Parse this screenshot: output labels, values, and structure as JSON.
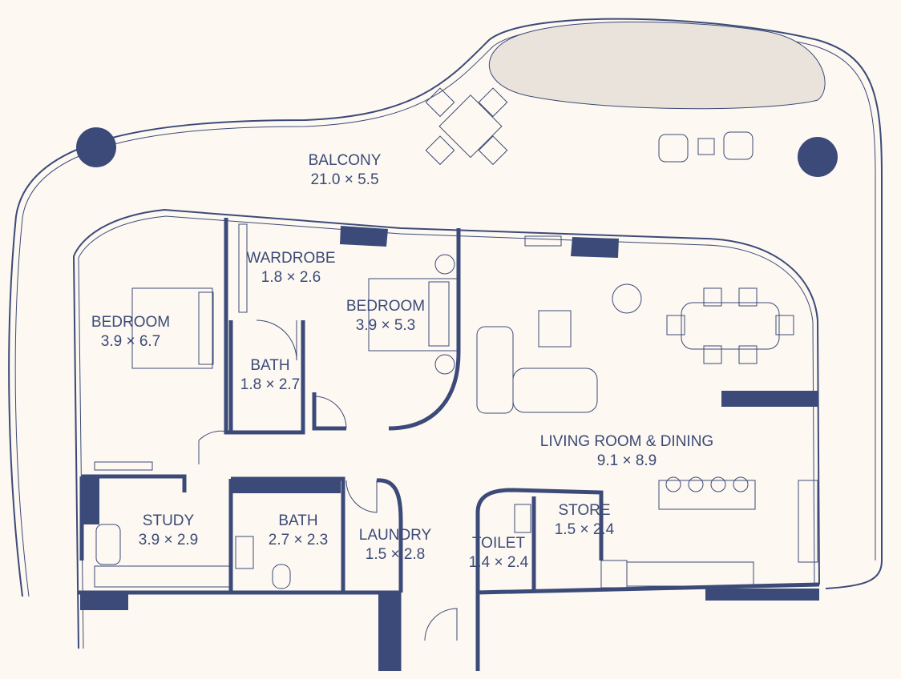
{
  "colors": {
    "background": "#fdf8f1",
    "ink": "#3b4a78"
  },
  "rooms": [
    {
      "id": "balcony",
      "name": "BALCONY",
      "size": "21.0 × 5.5"
    },
    {
      "id": "bedroom-1",
      "name": "BEDROOM",
      "size": "3.9 × 6.7"
    },
    {
      "id": "wardrobe",
      "name": "WARDROBE",
      "size": "1.8 × 2.6"
    },
    {
      "id": "bedroom-2",
      "name": "BEDROOM",
      "size": "3.9 × 5.3"
    },
    {
      "id": "bath-1",
      "name": "BATH",
      "size": "1.8 × 2.7"
    },
    {
      "id": "living",
      "name": "LIVING ROOM & DINING",
      "size": "9.1 × 8.9"
    },
    {
      "id": "study",
      "name": "STUDY",
      "size": "3.9 × 2.9"
    },
    {
      "id": "bath-2",
      "name": "BATH",
      "size": "2.7 × 2.3"
    },
    {
      "id": "laundry",
      "name": "LAUNDRY",
      "size": "1.5 × 2.8"
    },
    {
      "id": "toilet",
      "name": "TOILET",
      "size": "1.4 × 2.4"
    },
    {
      "id": "store",
      "name": "STORE",
      "size": "1.5 × 2.4"
    }
  ]
}
